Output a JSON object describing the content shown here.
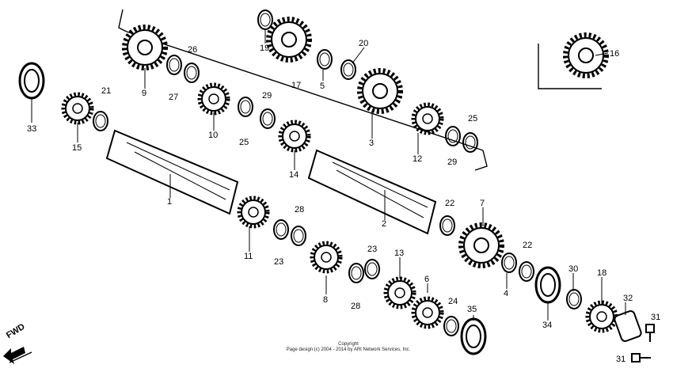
{
  "diagram": {
    "callouts": [
      "1",
      "2",
      "3",
      "4",
      "5",
      "6",
      "7",
      "8",
      "9",
      "10",
      "11",
      "12",
      "13",
      "14",
      "15",
      "16",
      "17",
      "18",
      "19",
      "20",
      "21",
      "22",
      "22",
      "23",
      "23",
      "24",
      "25",
      "25",
      "26",
      "27",
      "28",
      "28",
      "29",
      "29",
      "30",
      "31",
      "31",
      "32",
      "33",
      "34",
      "35"
    ],
    "direction_label": "FWD",
    "copyright_line1": "Copyright",
    "copyright_line2": "Page design (c) 2004 - 2014 by ARI Network Services, Inc."
  }
}
